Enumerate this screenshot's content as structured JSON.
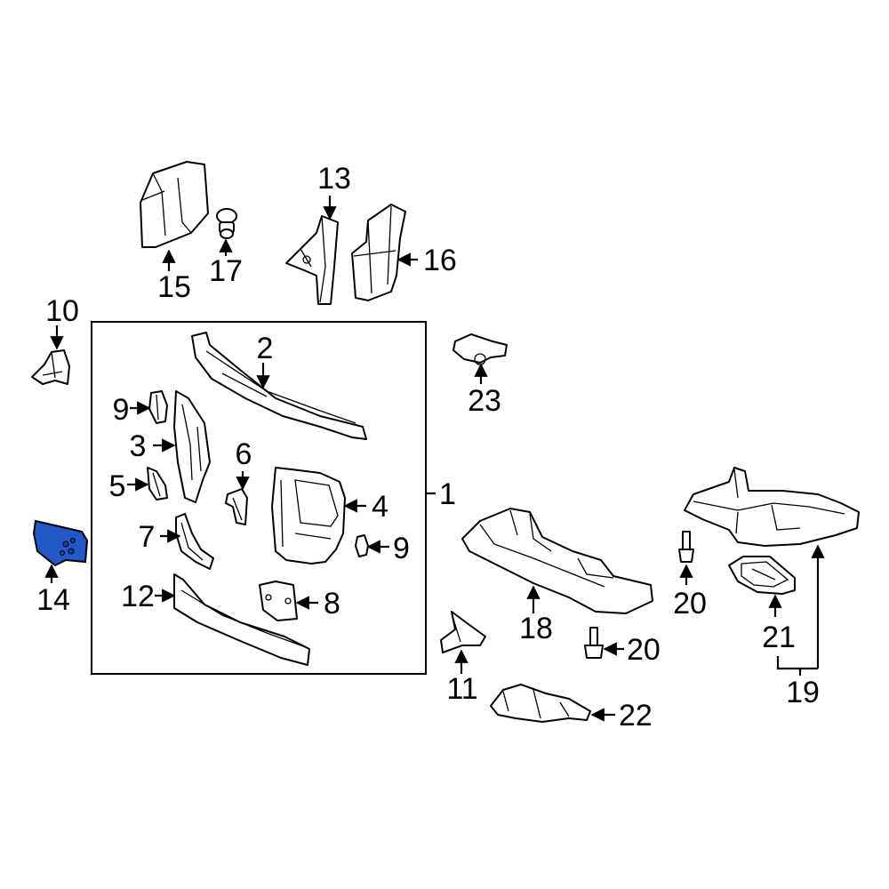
{
  "colors": {
    "highlight": "#2457c8",
    "line": "#000000",
    "background": "#ffffff"
  },
  "callouts": {
    "c1": "1",
    "c2": "2",
    "c3": "3",
    "c4": "4",
    "c5": "5",
    "c6": "6",
    "c7": "7",
    "c8": "8",
    "c9a": "9",
    "c9b": "9",
    "c10": "10",
    "c11": "11",
    "c12": "12",
    "c13": "13",
    "c14": "14",
    "c15": "15",
    "c16": "16",
    "c17": "17",
    "c18": "18",
    "c19": "19",
    "c20a": "20",
    "c20b": "20",
    "c21": "21",
    "c22": "22",
    "c23": "23"
  }
}
